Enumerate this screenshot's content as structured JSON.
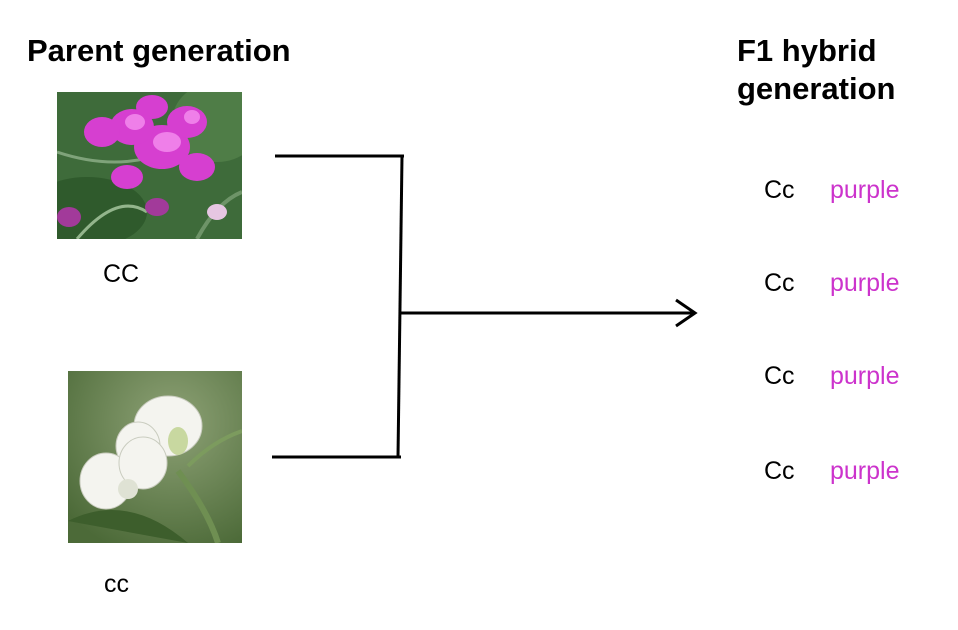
{
  "parent": {
    "heading": "Parent generation",
    "purple_parent": {
      "genotype": "CC",
      "image": "purple-pea-flower"
    },
    "white_parent": {
      "genotype": "cc",
      "image": "white-pea-flower"
    }
  },
  "f1": {
    "heading": "F1 hybrid generation",
    "offspring": [
      {
        "genotype": "Cc",
        "phenotype": "purple"
      },
      {
        "genotype": "Cc",
        "phenotype": "purple"
      },
      {
        "genotype": "Cc",
        "phenotype": "purple"
      },
      {
        "genotype": "Cc",
        "phenotype": "purple"
      }
    ]
  },
  "colors": {
    "phenotype_text": "#cc33cc",
    "lines": "#000000"
  }
}
